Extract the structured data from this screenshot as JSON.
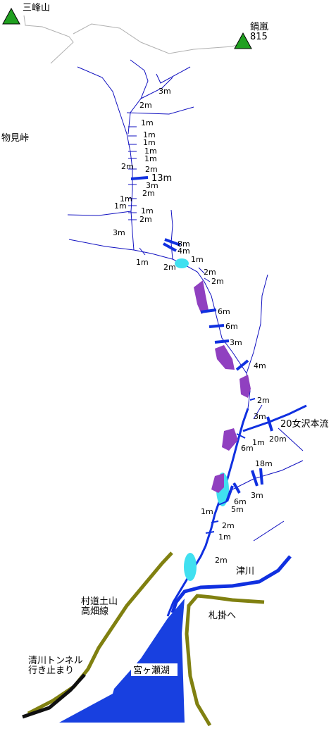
{
  "peaks": [
    {
      "name": "三峰山",
      "elevation": ""
    },
    {
      "name": "鍋嵐",
      "elevation": "815"
    }
  ],
  "places": {
    "monomi": "物見峠",
    "tsugawa": "津川",
    "fudakake": "札掛へ",
    "road_line1": "村道土山",
    "road_line2": "高畑線",
    "tunnel_line1": "清川トンネル",
    "tunnel_line2": "行き止まり",
    "lake": "宮ヶ瀬湖",
    "honryu": "20女沢本流"
  },
  "falls": [
    "3m",
    "2m",
    "1m",
    "1m",
    "1m",
    "1m",
    "1m",
    "2m",
    "2m",
    "13m",
    "3m",
    "2m",
    "1m",
    "1m",
    "1m",
    "2m",
    "3m",
    "8m",
    "4m",
    "1m",
    "1m",
    "2m",
    "2m",
    "2m",
    "6m",
    "6m",
    "3m",
    "4m",
    "2m",
    "3m",
    "1m",
    "20m",
    "6m",
    "18m",
    "6m",
    "3m",
    "5m",
    "1m",
    "2m",
    "1m",
    "2m"
  ],
  "colors": {
    "main_stream": "#1030e0",
    "tributary": "#1010c0",
    "ridge": "#b0b0b0",
    "road": "#808010",
    "tunnel": "#101010",
    "lake": "#1840e0",
    "pool": "#40e0f0",
    "cliff": "#9040c0",
    "peak": "#20a020"
  }
}
